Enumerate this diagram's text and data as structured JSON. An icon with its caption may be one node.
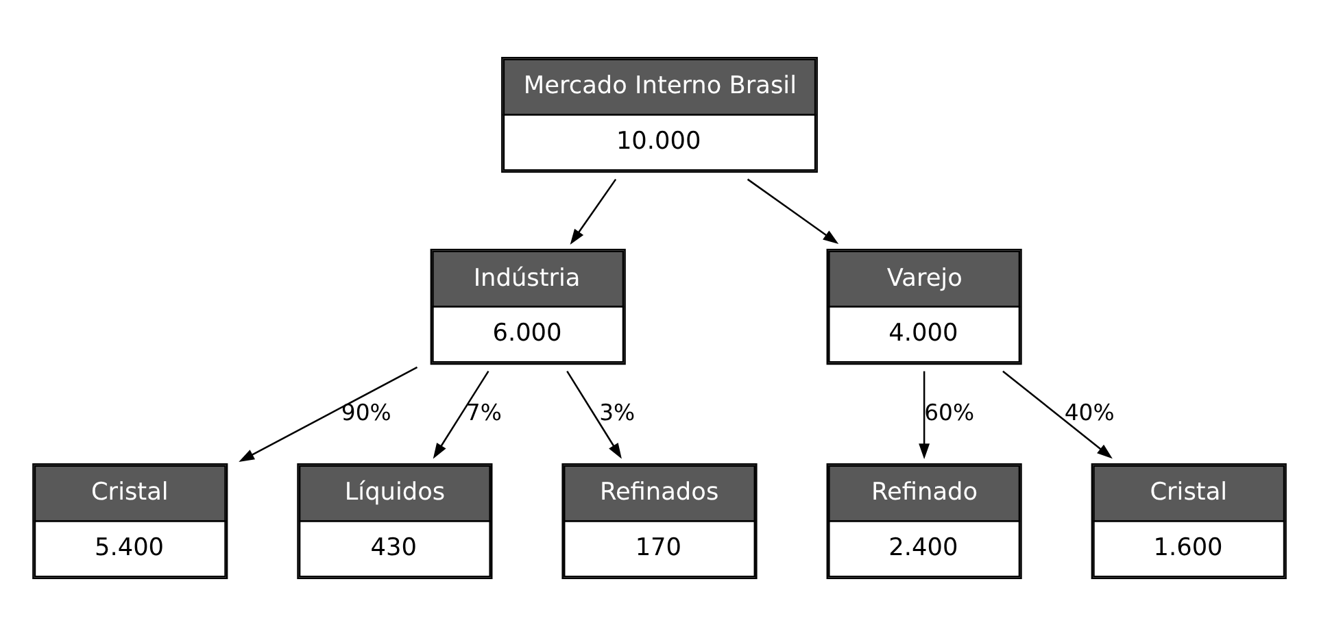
{
  "diagram": {
    "nodes": [
      {
        "text": [
          "Mercado Interno Brasil",
          "10.000"
        ]
      },
      {
        "text": [
          "Indústria",
          "6.000"
        ]
      },
      {
        "text": [
          "Varejo",
          "4.000"
        ]
      },
      {
        "text": [
          "Cristal",
          "5.400"
        ]
      },
      {
        "text": [
          "Líquidos",
          "430"
        ]
      },
      {
        "text": [
          "Refinados",
          "170"
        ]
      },
      {
        "text": [
          "Refinado",
          "2.400"
        ]
      },
      {
        "text": [
          "Cristal",
          "1.600"
        ]
      }
    ],
    "edges": [
      {
        "from": 0,
        "to": 1,
        "arrow": "to"
      },
      {
        "from": 0,
        "to": 2,
        "arrow": "to"
      },
      {
        "from": 1,
        "to": 3,
        "arrow": "to",
        "label": "90%"
      },
      {
        "from": 1,
        "to": 4,
        "arrow": "to",
        "label": "7%"
      },
      {
        "from": 1,
        "to": 5,
        "arrow": "to",
        "label": "3%"
      },
      {
        "from": 2,
        "to": 6,
        "arrow": "to",
        "label": "60%"
      },
      {
        "from": 2,
        "to": 7,
        "arrow": "to",
        "label": "40%"
      }
    ]
  }
}
